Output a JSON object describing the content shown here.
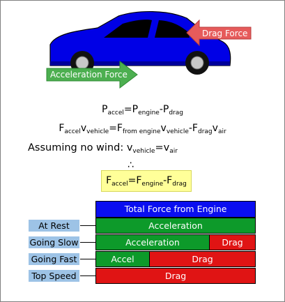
{
  "arrows": {
    "drag_force": "Drag Force",
    "acceleration_force": "Acceleration Force"
  },
  "equations": {
    "eq1": {
      "P1": "P",
      "accel": "accel",
      "eq": "=P",
      "engine": "engine",
      "minus": "-P",
      "drag": "drag"
    },
    "eq2": {
      "F": "F",
      "accel": "accel",
      "v1": "v",
      "vehicle1": "vehicle",
      "eq": "=F",
      "from_engine": "from engine",
      "v2": "v",
      "vehicle2": "vehicle",
      "minus": "-F",
      "drag": "drag",
      "v3": "v",
      "air": "air"
    },
    "eq3": {
      "text": "Assuming no wind: v",
      "vehicle": "vehicle",
      "eq": "=v",
      "air": "air"
    },
    "therefore": "∴",
    "result": {
      "F": "F",
      "accel": "accel",
      "eq": "=F",
      "engine": "engine",
      "minus": "-F",
      "drag": "drag"
    }
  },
  "force_table": {
    "header": "Total Force from Engine",
    "rows": [
      {
        "label": "At Rest",
        "segments": [
          {
            "text": "Acceleration",
            "color": "#0d9a2a"
          }
        ]
      },
      {
        "label": "Going Slow",
        "segments": [
          {
            "text": "Acceleration",
            "color": "#0d9a2a"
          },
          {
            "text": "Drag",
            "color": "#e01414"
          }
        ]
      },
      {
        "label": "Going Fast",
        "segments": [
          {
            "text": "Accel",
            "color": "#0d9a2a"
          },
          {
            "text": "Drag",
            "color": "#e01414"
          }
        ]
      },
      {
        "label": "Top Speed",
        "segments": [
          {
            "text": "Drag",
            "color": "#e01414"
          }
        ]
      }
    ]
  },
  "colors": {
    "car_body": "#0000e6",
    "drag_arrow": "#e65b5b",
    "accel_arrow": "#4caf50",
    "label_bg": "#9dc3e6",
    "result_bg": "#ffff99"
  }
}
